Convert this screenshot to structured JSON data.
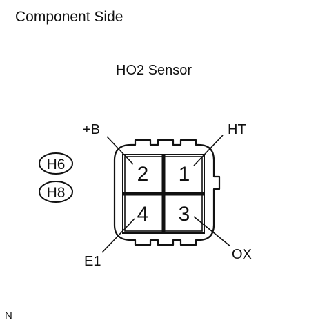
{
  "heading": "Component Side",
  "connector": {
    "name": "HO2 Sensor",
    "codes": [
      "H6",
      "H8"
    ],
    "pins": [
      {
        "number": "2",
        "signal": "+B"
      },
      {
        "number": "1",
        "signal": "HT"
      },
      {
        "number": "4",
        "signal": "E1"
      },
      {
        "number": "3",
        "signal": "OX"
      }
    ]
  },
  "footer_code": "N"
}
